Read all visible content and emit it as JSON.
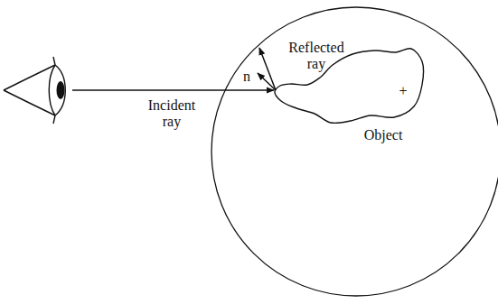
{
  "diagram": {
    "labels": [
      "Incident ray",
      "Reflected ray",
      "n",
      "Object",
      "+"
    ]
  }
}
